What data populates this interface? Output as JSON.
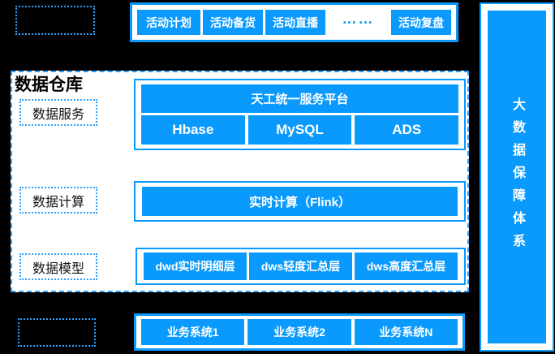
{
  "colors": {
    "accent_blue": "#0a9afd",
    "dotted_border_blue": "#2b9ffd",
    "canvas_background": "#000000",
    "panel_background": "#ffffff",
    "text_on_blue": "#ffffff",
    "text_dark": "#000000"
  },
  "activity_bar": {
    "items": [
      "活动计划",
      "活动备货",
      "活动直播"
    ],
    "ellipsis": "……",
    "last_item": "活动复盘"
  },
  "pillar": {
    "label": "大数据保障体系"
  },
  "warehouse": {
    "title": "数据仓库",
    "service": {
      "label": "数据服务",
      "platform": "天工统一服务平台",
      "stores": [
        "Hbase",
        "MySQL",
        "ADS"
      ]
    },
    "compute": {
      "label": "数据计算",
      "engine": "实时计算（Flink）"
    },
    "model": {
      "label": "数据模型",
      "layers": [
        "dwd实时明细层",
        "dws轻度汇总层",
        "dws高度汇总层"
      ]
    }
  },
  "business_bar": {
    "items": [
      "业务系统1",
      "业务系统2",
      "业务系统N"
    ]
  }
}
